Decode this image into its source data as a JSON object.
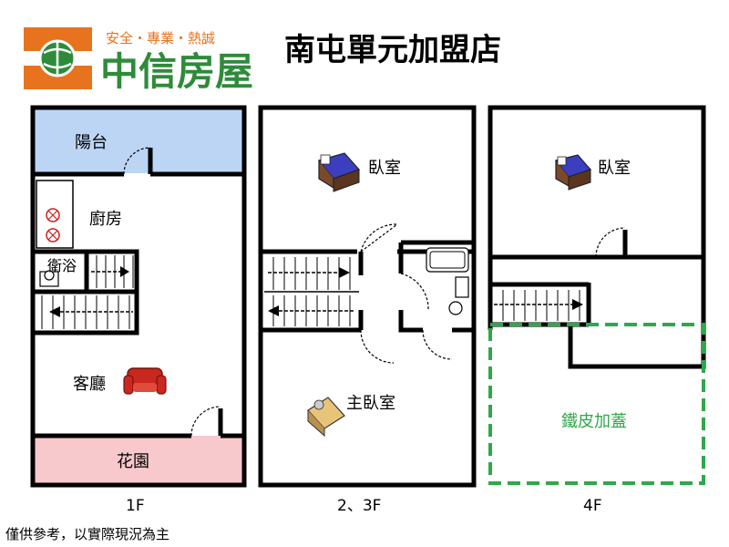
{
  "header": {
    "slogan": "安全・專業・熱誠",
    "brand": "中信房屋",
    "store": "南屯單元加盟店"
  },
  "floors": {
    "f1": {
      "label": "1F",
      "rooms": {
        "balcony": "陽台",
        "kitchen": "廚房",
        "bathroom": "衛浴",
        "living": "客廳",
        "garden": "花園"
      }
    },
    "f23": {
      "label": "2、3F",
      "rooms": {
        "bedroom": "臥室",
        "master": "主臥室"
      }
    },
    "f4": {
      "label": "4F",
      "rooms": {
        "bedroom": "臥室",
        "addition": "鐵皮加蓋"
      }
    }
  },
  "disclaimer": "僅供參考，以實際現況為主",
  "colors": {
    "brand_orange": "#E8731E",
    "brand_green": "#2E8B3A",
    "balcony_fill": "#BDD5F5",
    "garden_fill": "#F7C8CC",
    "addition_green": "#2FA84A",
    "wall": "#000000"
  }
}
